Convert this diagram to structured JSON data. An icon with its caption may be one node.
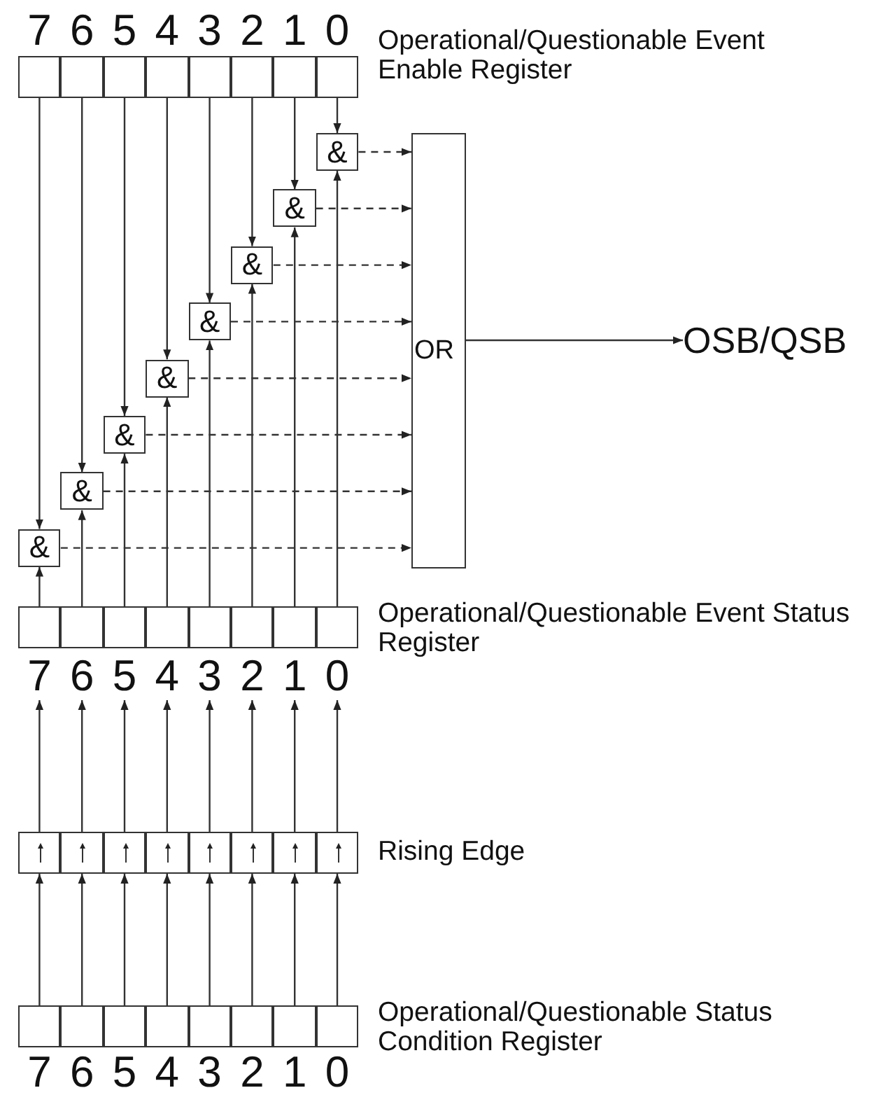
{
  "diagram": {
    "nodes": [
      {
        "text": [],
        "shape": "box"
      },
      {
        "text": [],
        "shape": "box"
      },
      {
        "text": [],
        "shape": "box"
      },
      {
        "text": [],
        "shape": "box"
      },
      {
        "text": [],
        "shape": "box"
      },
      {
        "text": [],
        "shape": "box"
      },
      {
        "text": [],
        "shape": "box"
      },
      {
        "text": [],
        "shape": "box"
      },
      {
        "text": [
          "&"
        ]
      },
      {
        "text": [
          "&"
        ]
      },
      {
        "text": [
          "&"
        ]
      },
      {
        "text": [
          "&"
        ]
      },
      {
        "text": [
          "&"
        ]
      },
      {
        "text": [
          "&"
        ]
      },
      {
        "text": [
          "&"
        ]
      },
      {
        "text": [
          "&"
        ]
      },
      {
        "text": [
          "OR"
        ]
      },
      {
        "text": [
          "OSB/QSB"
        ]
      },
      {
        "text": [],
        "shape": "box"
      },
      {
        "text": [],
        "shape": "box"
      },
      {
        "text": [],
        "shape": "box"
      },
      {
        "text": [],
        "shape": "box"
      },
      {
        "text": [],
        "shape": "box"
      },
      {
        "text": [],
        "shape": "box"
      },
      {
        "text": [],
        "shape": "box"
      },
      {
        "text": [],
        "shape": "box"
      },
      {
        "text": [
          "7"
        ]
      },
      {
        "text": [
          "6"
        ]
      },
      {
        "text": [
          "5"
        ]
      },
      {
        "text": [
          "4"
        ]
      },
      {
        "text": [
          "3"
        ]
      },
      {
        "text": [
          "2"
        ]
      },
      {
        "text": [
          "1"
        ]
      },
      {
        "text": [
          "0"
        ]
      },
      {
        "text": [],
        "shape": "box"
      },
      {
        "text": [],
        "shape": "box"
      },
      {
        "text": [],
        "shape": "box"
      },
      {
        "text": [],
        "shape": "box"
      },
      {
        "text": [],
        "shape": "box"
      },
      {
        "text": [],
        "shape": "box"
      },
      {
        "text": [],
        "shape": "box"
      },
      {
        "text": [],
        "shape": "box"
      },
      {
        "text": [],
        "shape": "box"
      },
      {
        "text": [],
        "shape": "box"
      },
      {
        "text": [],
        "shape": "box"
      },
      {
        "text": [],
        "shape": "box"
      },
      {
        "text": [],
        "shape": "box"
      },
      {
        "text": [],
        "shape": "box"
      },
      {
        "text": [],
        "shape": "box"
      },
      {
        "text": [],
        "shape": "box"
      }
    ],
    "edges": [
      {
        "from": 7,
        "to": 8,
        "arrow": "to"
      },
      {
        "from": 6,
        "to": 9,
        "arrow": "to"
      },
      {
        "from": 5,
        "to": 10,
        "arrow": "to"
      },
      {
        "from": 4,
        "to": 11,
        "arrow": "to"
      },
      {
        "from": 3,
        "to": 12,
        "arrow": "to"
      },
      {
        "from": 2,
        "to": 13,
        "arrow": "to"
      },
      {
        "from": 1,
        "to": 14,
        "arrow": "to"
      },
      {
        "from": 0,
        "to": 15,
        "arrow": "to"
      },
      {
        "from": 25,
        "to": 8,
        "arrow": "to"
      },
      {
        "from": 24,
        "to": 9,
        "arrow": "to"
      },
      {
        "from": 23,
        "to": 10,
        "arrow": "to"
      },
      {
        "from": 22,
        "to": 11,
        "arrow": "to"
      },
      {
        "from": 21,
        "to": 12,
        "arrow": "to"
      },
      {
        "from": 20,
        "to": 13,
        "arrow": "to"
      },
      {
        "from": 19,
        "to": 14,
        "arrow": "to"
      },
      {
        "from": 18,
        "to": 15,
        "arrow": "to"
      },
      {
        "from": 8,
        "to": 16,
        "arrow": "to",
        "style": "dashed"
      },
      {
        "from": 9,
        "to": 16,
        "arrow": "to",
        "style": "dashed"
      },
      {
        "from": 10,
        "to": 16,
        "arrow": "to",
        "style": "dashed"
      },
      {
        "from": 11,
        "to": 16,
        "arrow": "to",
        "style": "dashed"
      },
      {
        "from": 12,
        "to": 16,
        "arrow": "to",
        "style": "dashed"
      },
      {
        "from": 13,
        "to": 16,
        "arrow": "to",
        "style": "dashed"
      },
      {
        "from": 14,
        "to": 16,
        "arrow": "to",
        "style": "dashed"
      },
      {
        "from": 15,
        "to": 16,
        "arrow": "to",
        "style": "dashed"
      },
      {
        "from": 16,
        "to": 17,
        "arrow": "to"
      },
      {
        "from": 34,
        "to": 26,
        "arrow": "to"
      },
      {
        "from": 35,
        "to": 27,
        "arrow": "to"
      },
      {
        "from": 36,
        "to": 28,
        "arrow": "to"
      },
      {
        "from": 37,
        "to": 29,
        "arrow": "to"
      },
      {
        "from": 38,
        "to": 30,
        "arrow": "to"
      },
      {
        "from": 39,
        "to": 31,
        "arrow": "to"
      },
      {
        "from": 40,
        "to": 32,
        "arrow": "to"
      },
      {
        "from": 41,
        "to": 33,
        "arrow": "to"
      },
      {
        "from": 42,
        "to": 34,
        "arrow": "to"
      },
      {
        "from": 43,
        "to": 35,
        "arrow": "to"
      },
      {
        "from": 44,
        "to": 36,
        "arrow": "to"
      },
      {
        "from": 45,
        "to": 37,
        "arrow": "to"
      },
      {
        "from": 46,
        "to": 38,
        "arrow": "to"
      },
      {
        "from": 47,
        "to": 39,
        "arrow": "to"
      },
      {
        "from": 48,
        "to": 40,
        "arrow": "to"
      },
      {
        "from": 49,
        "to": 41,
        "arrow": "to"
      }
    ],
    "labels": [
      "7",
      "6",
      "5",
      "4",
      "3",
      "2",
      "1",
      "0",
      "Operational/Questionable Event Enable Register",
      "Operational/Questionable Event Status Register",
      "Rising Edge",
      "Operational/Questionable Status Condition Register",
      "7",
      "6",
      "5",
      "4",
      "3",
      "2",
      "1",
      "0"
    ]
  }
}
